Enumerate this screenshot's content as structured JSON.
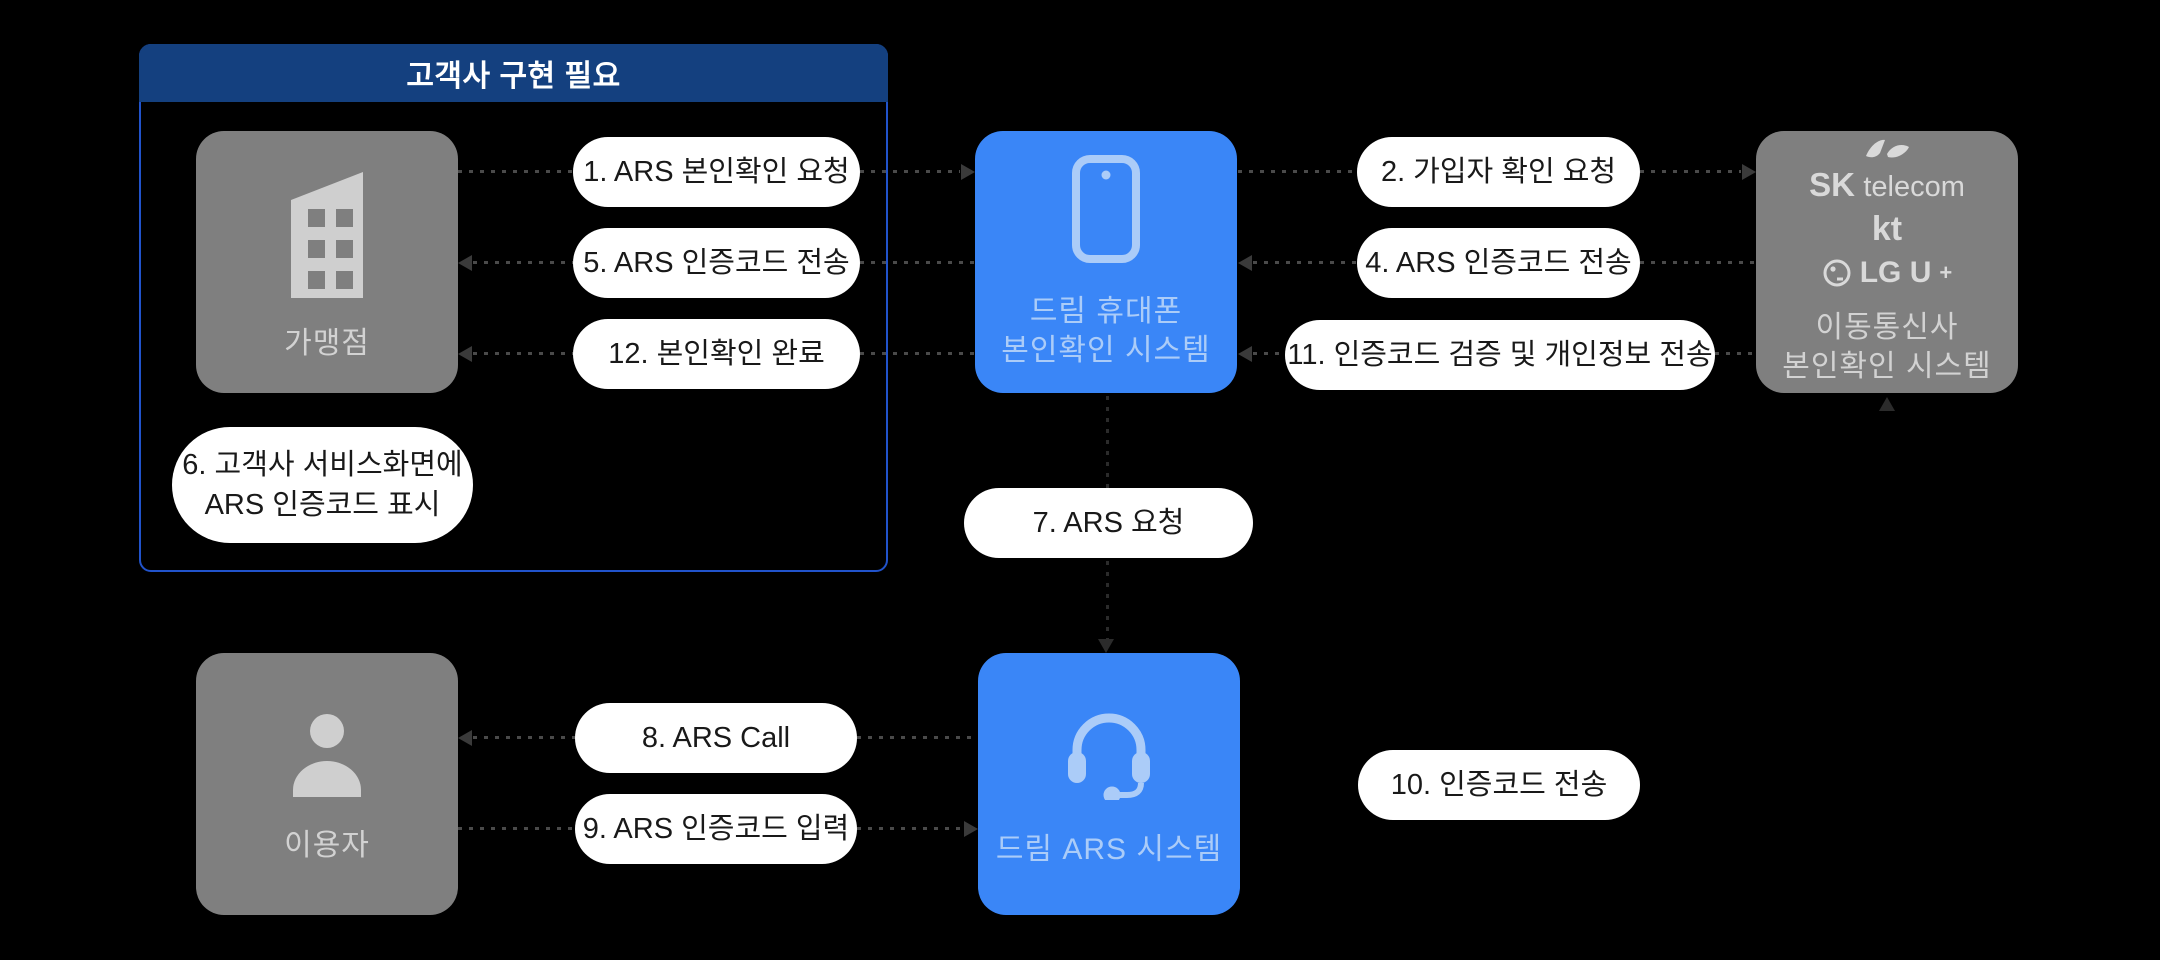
{
  "panel": {
    "title": "고객사 구현 필요"
  },
  "nodes": {
    "merchant": {
      "label": "가맹점"
    },
    "dream_phone": {
      "label_line1": "드림 휴대폰",
      "label_line2": "본인확인 시스템"
    },
    "carrier": {
      "label_line1": "이동통신사",
      "label_line2": "본인확인 시스템",
      "logos": {
        "sk_prefix": "SK",
        "sk_suffix": "telecom",
        "kt": "kt",
        "lg": "LG U",
        "lg_plus": "+"
      }
    },
    "dream_ars": {
      "label": "드림 ARS 시스템"
    },
    "user": {
      "label": "이용자"
    }
  },
  "steps": {
    "s1": "1. ARS 본인확인 요청",
    "s2": "2. 가입자 확인 요청",
    "s4": "4. ARS 인증코드 전송",
    "s5": "5. ARS 인증코드 전송",
    "s6_line1": "6. 고객사 서비스화면에",
    "s6_line2": "ARS 인증코드 표시",
    "s7": "7. ARS 요청",
    "s8": "8. ARS Call",
    "s9": "9. ARS 인증코드 입력",
    "s10": "10. 인증코드 전송",
    "s11": "11. 인증코드 검증 및 개인정보 전송",
    "s12": "12. 본인확인 완료"
  },
  "colors": {
    "background": "#000000",
    "panel_header": "#14407f",
    "panel_border": "#2153cb",
    "node_gray": "#7f7f7f",
    "node_blue": "#3a86f7",
    "gray_content": "#d2d2d2",
    "blue_content": "#abccf8",
    "pill_background": "#ffffff",
    "pill_text": "#191919",
    "connector_dot": "#4a4a4a",
    "connector_dark": "#2b2b2b"
  }
}
